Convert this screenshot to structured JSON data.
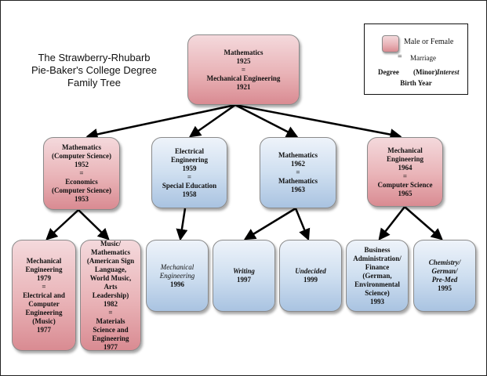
{
  "title": {
    "line1": "The Strawberry-Rhubarb",
    "line2": "Pie-Baker's College Degree",
    "line3": "Family Tree"
  },
  "legend": {
    "swatch_label": "Male or Female",
    "marriage_symbol": "=",
    "marriage_label": "Marriage",
    "degree": "Degree",
    "minor": "(Minor)",
    "interest": "Interest",
    "birth_year": "Birth Year"
  },
  "colors": {
    "female": "#e3a9ae",
    "male": "#c3d6ec",
    "border": "#8a8a8a"
  },
  "nodes": {
    "root": {
      "a_degree": "Mathematics",
      "a_year": "1925",
      "eq": "=",
      "b_degree": "Mechanical Engineering",
      "b_year": "1921"
    },
    "c1": {
      "a_degree": "Mathematics",
      "a_minor": "(Computer Science)",
      "a_year": "1952",
      "eq": "=",
      "b_degree": "Economics",
      "b_minor": "(Computer Science)",
      "b_year": "1953"
    },
    "c2": {
      "a_degree1": "Electrical",
      "a_degree2": "Engineering",
      "a_year": "1959",
      "eq": "=",
      "b_degree": "Special Education",
      "b_year": "1958"
    },
    "c3": {
      "a_degree": "Mathematics",
      "a_year": "1962",
      "eq": "=",
      "b_degree": "Mathematics",
      "b_year": "1963"
    },
    "c4": {
      "a_degree1": "Mechanical",
      "a_degree2": "Engineering",
      "a_year": "1964",
      "eq": "=",
      "b_degree": "Computer Science",
      "b_year": "1965"
    },
    "g1": {
      "a1": "Mechanical",
      "a2": "Engineering",
      "a_year": "1979",
      "eq": "=",
      "b1": "Electrical and",
      "b2": "Computer",
      "b3": "Engineering",
      "b4": "(Music)",
      "b_year": "1977"
    },
    "g2": {
      "a1": "Music/",
      "a2": "Mathematics",
      "a3": "(American Sign",
      "a4": "Language,",
      "a5": "World Music,",
      "a6": "Arts",
      "a7": "Leadership)",
      "a_year": "1982",
      "eq": "=",
      "b1": "Materials",
      "b2": "Science and",
      "b3": "Engineering",
      "b_year": "1977"
    },
    "g3": {
      "i1": "Mechanical",
      "i2": "Engineering",
      "year": "1996"
    },
    "g4": {
      "i1": "Writing",
      "year": "1997"
    },
    "g5": {
      "i1": "Undecided",
      "year": "1999"
    },
    "g6": {
      "d1": "Business",
      "d2": "Administration/",
      "d3": "Finance",
      "d4": "(German,",
      "d5": "Environmental",
      "d6": "Science)",
      "year": "1993"
    },
    "g7": {
      "i1": "Chemistry/",
      "i2": "German/",
      "i3": "Pre-Med",
      "year": "1995"
    }
  }
}
